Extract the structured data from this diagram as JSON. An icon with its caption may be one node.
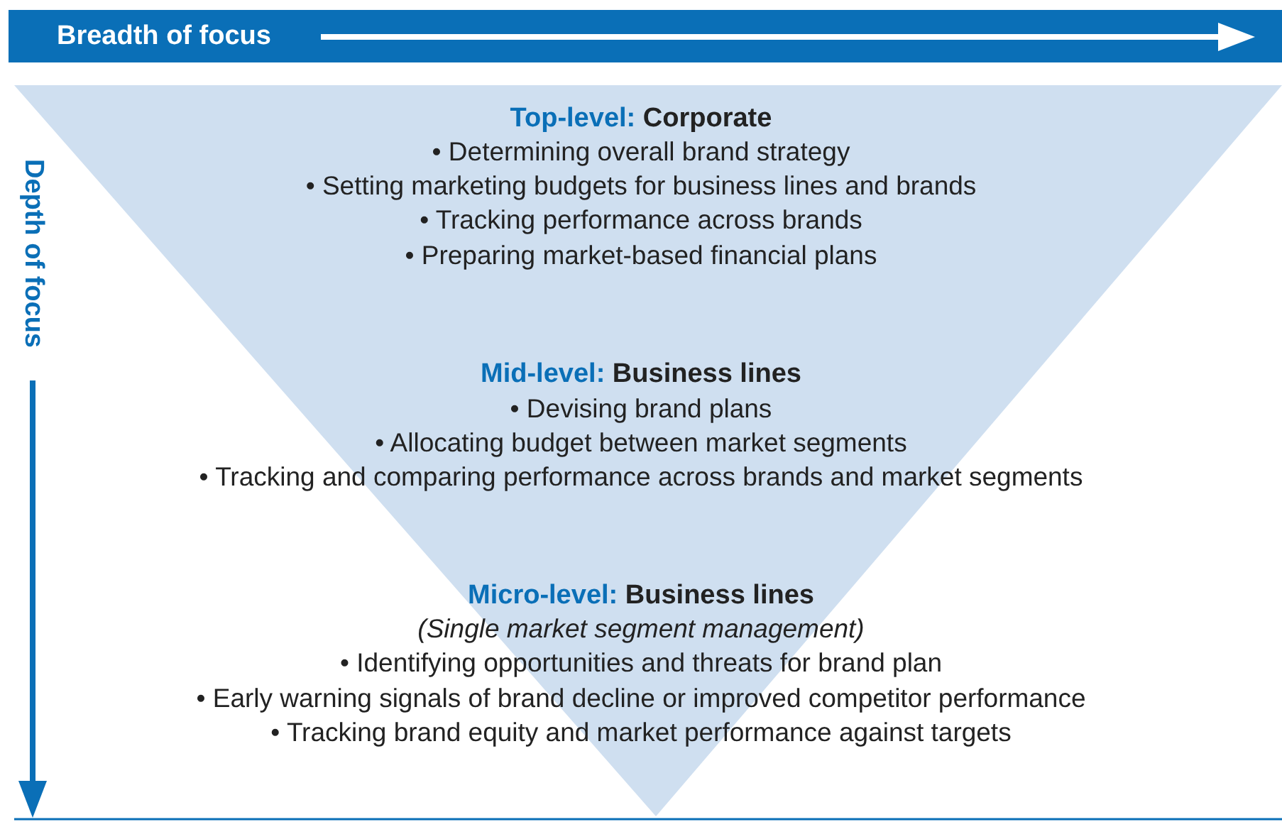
{
  "diagram": {
    "nodes": [
      {
        "text": [
          "Top-level: Corporate",
          "• Determining overall brand strategy",
          "• Setting marketing budgets for business lines and brands",
          "• Tracking performance across brands",
          "• Preparing market-based financial plans",
          "Mid-level: Business lines",
          "• Devising brand plans",
          "• Allocating budget between market segments",
          "• Tracking and comparing performance across brands and market segments",
          "Micro-level: Business lines",
          "(Single market segment management)",
          "• Identifying opportunities and threats for brand plan",
          "• Early warning signals of brand decline or improved competitor performance",
          "• Tracking brand equity and market performance against targets"
        ]
      }
    ],
    "labels": [
      "Breadth of focus",
      "Depth of focus"
    ]
  }
}
